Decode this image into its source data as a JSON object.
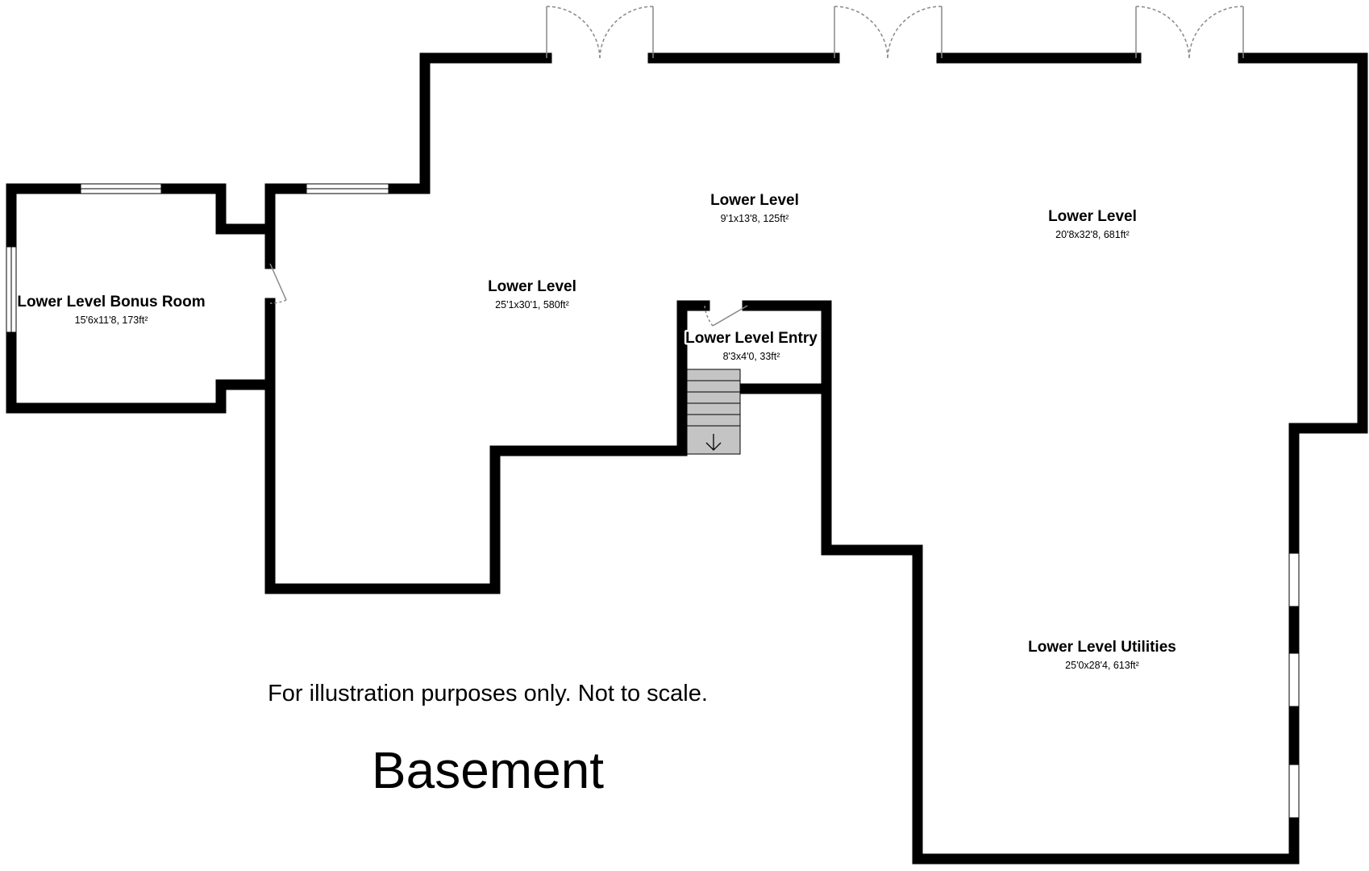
{
  "rooms": [
    {
      "name": "Lower Level Bonus Room",
      "dims": "15'6x11'8, 173ft²"
    },
    {
      "name": "Lower Level",
      "dims": "25'1x30'1, 580ft²"
    },
    {
      "name": "Lower Level",
      "dims": "9'1x13'8, 125ft²"
    },
    {
      "name": "Lower Level",
      "dims": "20'8x32'8, 681ft²"
    },
    {
      "name": "Lower Level Entry",
      "dims": "8'3x4'0, 33ft²"
    },
    {
      "name": "Lower Level Utilities",
      "dims": "25'0x28'4, 613ft²"
    }
  ],
  "note": "For illustration purposes only. Not to scale.",
  "floor_label": "Basement",
  "colors": {
    "wall": "#000000",
    "stairs": "#c4c4c4",
    "background": "#ffffff"
  },
  "icons": {
    "stairs_arrow": "arrow-down-icon"
  }
}
